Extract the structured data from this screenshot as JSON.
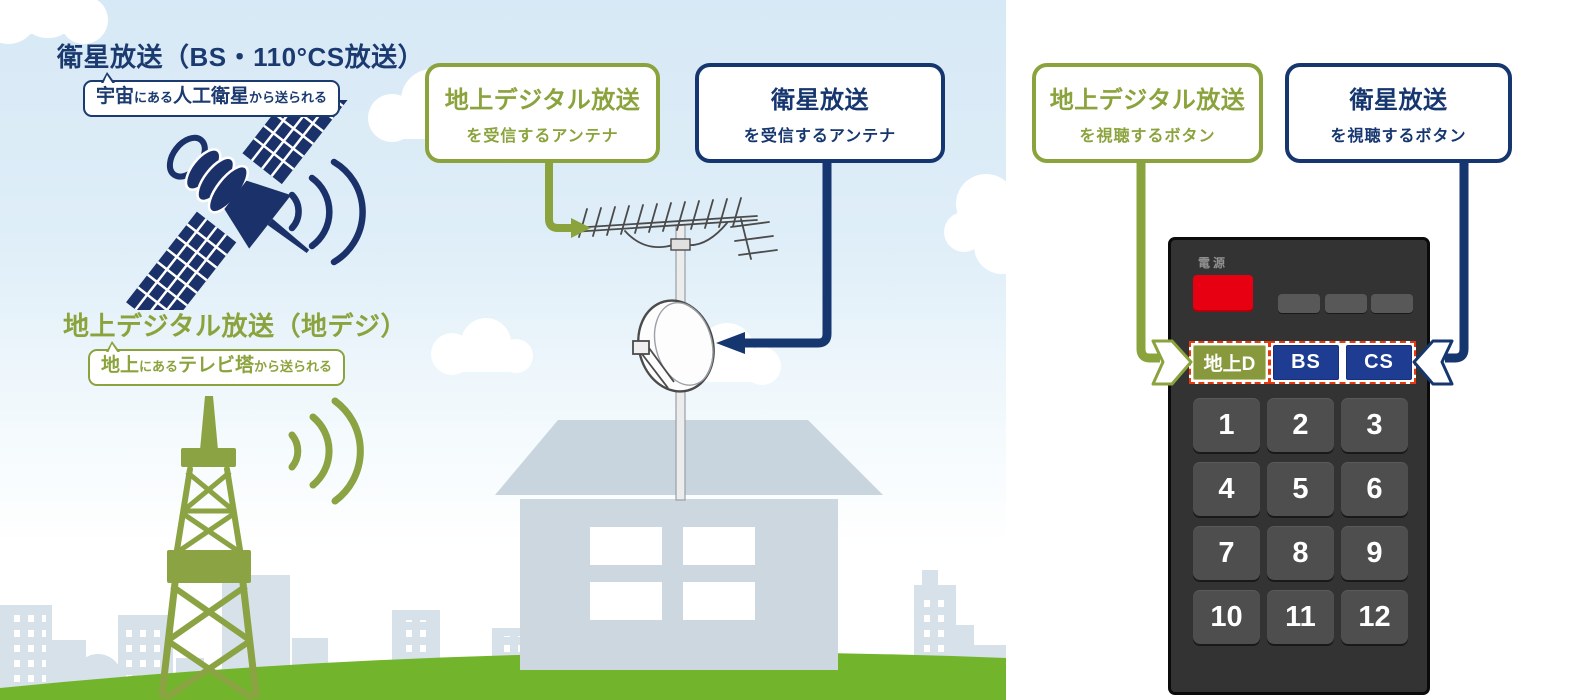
{
  "colors": {
    "navy": "#15366e",
    "olive": "#8ba33c",
    "grass_green": "#72b52c",
    "power_red": "#e60012",
    "highlight_red": "#e8380d"
  },
  "satellite_section": {
    "title": "衛星放送（BS・110°CS放送）",
    "bubble": [
      "宇宙",
      "にある",
      "人工衛星",
      "から送られる"
    ]
  },
  "terrestrial_section": {
    "title": "地上デジタル放送（地デジ）",
    "bubble": [
      "地上",
      "にある",
      "テレビ塔",
      "から送られる"
    ]
  },
  "callouts": {
    "antenna_terrestrial": {
      "title": "地上デジタル放送",
      "subtitle": "を受信するアンテナ"
    },
    "antenna_satellite": {
      "title": "衛星放送",
      "subtitle": "を受信するアンテナ"
    },
    "button_terrestrial": {
      "title": "地上デジタル放送",
      "subtitle": "を視聴するボタン"
    },
    "button_satellite": {
      "title": "衛星放送",
      "subtitle": "を視聴するボタン"
    }
  },
  "remote": {
    "power_label": "電源",
    "source_buttons": [
      "地上D",
      "BS",
      "CS"
    ],
    "numbers": [
      "1",
      "2",
      "3",
      "4",
      "5",
      "6",
      "7",
      "8",
      "9",
      "10",
      "11",
      "12"
    ]
  }
}
